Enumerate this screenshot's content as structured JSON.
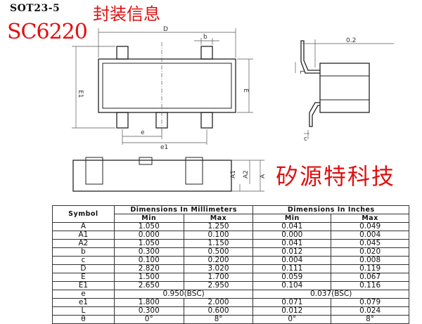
{
  "header": {
    "package_code": "SOT23-5",
    "package_info_cn": "封装信息",
    "part_number": "SC6220"
  },
  "brand": "矽源特科技",
  "drawing_labels": {
    "D": "D",
    "b": "b",
    "E1": "E1",
    "E": "E",
    "e": "e",
    "e1": "e1",
    "angle": "0.2",
    "L": "L",
    "c": "c",
    "A1": "A1",
    "A2": "A2",
    "A": "A"
  },
  "table": {
    "symbol_header": "Symbol",
    "group_mm": "Dimensions In Millimeters",
    "group_in": "Dimensions In Inches",
    "min": "Min",
    "max": "Max",
    "rows": [
      {
        "symbol": "A",
        "mm_min": "1.050",
        "mm_max": "1.250",
        "in_min": "0.041",
        "in_max": "0.049"
      },
      {
        "symbol": "A1",
        "mm_min": "0.000",
        "mm_max": "0.100",
        "in_min": "0.000",
        "in_max": "0.004"
      },
      {
        "symbol": "A2",
        "mm_min": "1.050",
        "mm_max": "1.150",
        "in_min": "0.041",
        "in_max": "0.045"
      },
      {
        "symbol": "b",
        "mm_min": "0.300",
        "mm_max": "0.500",
        "in_min": "0.012",
        "in_max": "0.020"
      },
      {
        "symbol": "c",
        "mm_min": "0.100",
        "mm_max": "0.200",
        "in_min": "0.004",
        "in_max": "0.008"
      },
      {
        "symbol": "D",
        "mm_min": "2.820",
        "mm_max": "3.020",
        "in_min": "0.111",
        "in_max": "0.119"
      },
      {
        "symbol": "E",
        "mm_min": "1.500",
        "mm_max": "1.700",
        "in_min": "0.059",
        "in_max": "0.067"
      },
      {
        "symbol": "E1",
        "mm_min": "2.650",
        "mm_max": "2.950",
        "in_min": "0.104",
        "in_max": "0.116"
      },
      {
        "symbol": "e",
        "mm_bsc": "0.950(BSC)",
        "in_bsc": "0.037(BSC)"
      },
      {
        "symbol": "e1",
        "mm_min": "1.800",
        "mm_max": "2.000",
        "in_min": "0.071",
        "in_max": "0.079"
      },
      {
        "symbol": "L",
        "mm_min": "0.300",
        "mm_max": "0.600",
        "in_min": "0.012",
        "in_max": "0.024"
      },
      {
        "symbol": "θ",
        "mm_min": "0°",
        "mm_max": "8°",
        "in_min": "0°",
        "in_max": "8°"
      }
    ]
  }
}
